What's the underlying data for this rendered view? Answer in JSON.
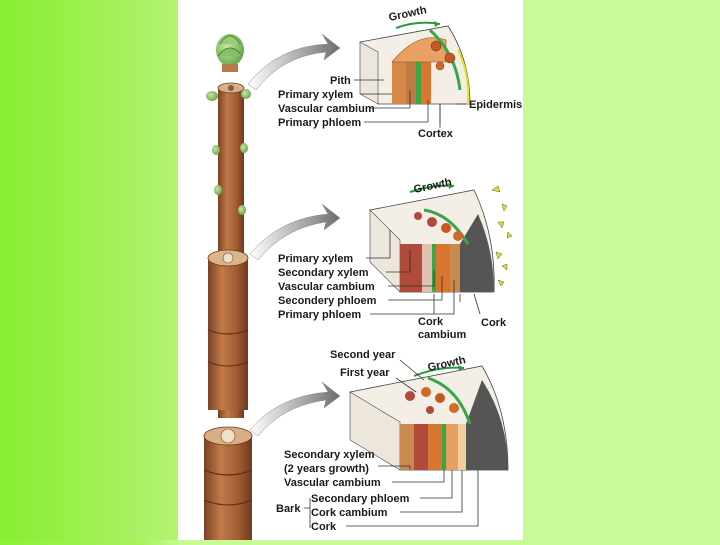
{
  "colors": {
    "slide_left_green": "#8cf03a",
    "slide_right_green": "#c9fa97",
    "panel_white": "#ffffff",
    "stem_brown": "#a8653a",
    "bud_green": "#8fc86a",
    "growth_arrow_green": "#2e9b3a",
    "cambium_green": "#3aa64a",
    "xylem_orange": "#d9762f",
    "cork_grey": "#555555"
  },
  "stage1": {
    "growth": "Growth",
    "labels": [
      "Pith",
      "Primary xylem",
      "Vascular cambium",
      "Primary phloem"
    ],
    "epidermis": "Epidermis",
    "cortex": "Cortex"
  },
  "stage2": {
    "growth": "Growth",
    "labels": [
      "Primary xylem",
      "Secondary xylem",
      "Vascular cambium",
      "Secondery phloem",
      "Primary phloem"
    ],
    "cork_cambium_1": "Cork",
    "cork_cambium_2": "cambium",
    "cork": "Cork"
  },
  "stage3": {
    "growth": "Growth",
    "second_year": "Second year",
    "first_year": "First year",
    "labels": [
      "Secondary xylem",
      "(2 years growth)",
      "Vascular cambium"
    ],
    "bark": "Bark",
    "bark_labels": [
      "Secondary phloem",
      "Cork cambium",
      "Cork"
    ]
  }
}
